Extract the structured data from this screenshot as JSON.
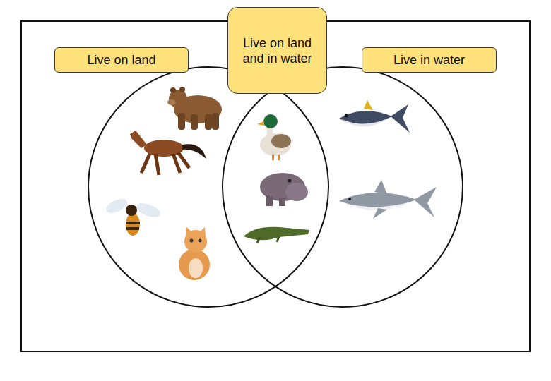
{
  "diagram": {
    "nodes": [
      {
        "text": [
          "Live on land"
        ]
      },
      {
        "text": [
          "Live on land and in water"
        ]
      },
      {
        "text": [
          "Live in water"
        ]
      }
    ]
  }
}
